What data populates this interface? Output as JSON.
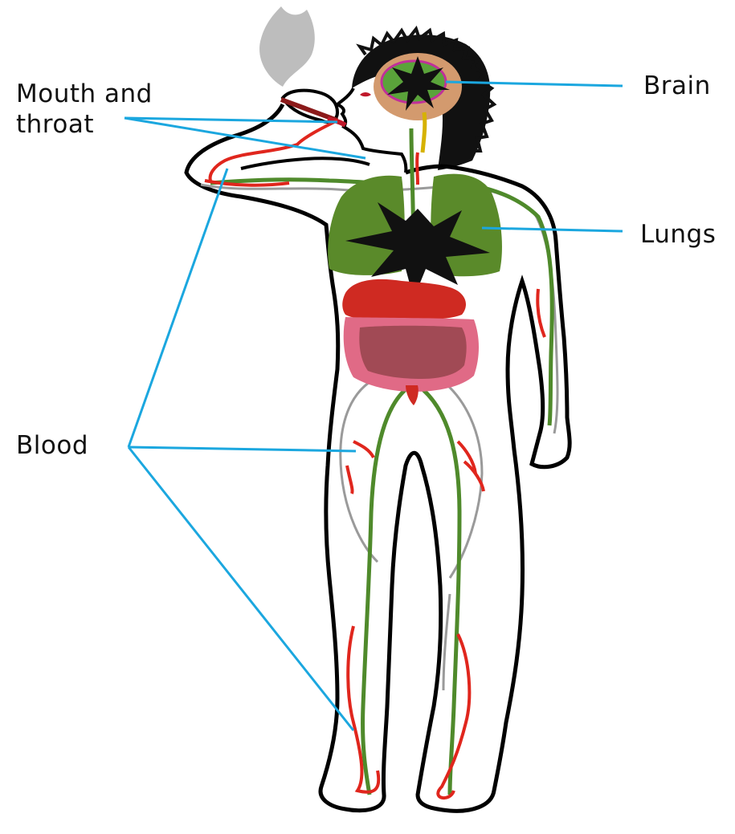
{
  "labels": {
    "mouth_throat": "Mouth and\nthroat",
    "brain": "Brain",
    "lungs": "Lungs",
    "blood": "Blood"
  },
  "colors": {
    "callout_line": "#1ba7df",
    "outline": "#000000",
    "lungs": "#5a8a2a",
    "brain": "#d39a6e",
    "blood_vessel": "#e0261d",
    "nerve": "#4f8a2b",
    "gray_vessel": "#9a9a9a",
    "smoke": "#bdbdbd",
    "intestine": "#a14a55",
    "stomach": "#cf2a22"
  }
}
